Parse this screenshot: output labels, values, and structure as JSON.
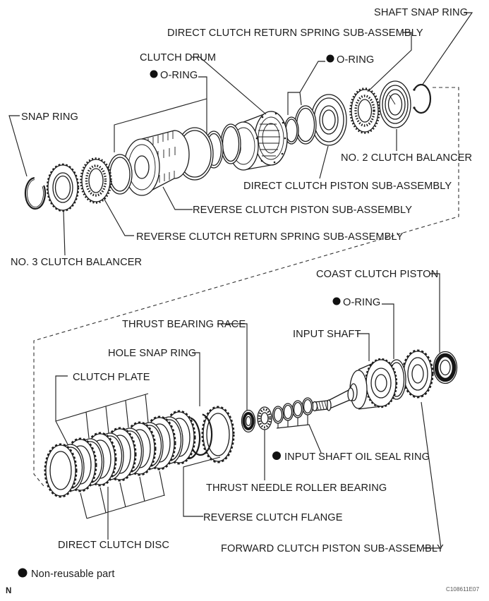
{
  "diagram": {
    "kind": "exploded-parts-diagram",
    "colors": {
      "line": "#1c1c1c",
      "background": "#ffffff"
    },
    "labels": {
      "shaft_snap_ring": "SHAFT SNAP RING",
      "direct_clutch_return_spring": "DIRECT CLUTCH RETURN SPRING SUB-ASSEMBLY",
      "clutch_drum": "CLUTCH DRUM",
      "o_ring_top_right": "O-RING",
      "o_ring_top_left": "O-RING",
      "snap_ring": "SNAP RING",
      "no2_clutch_balancer": "NO. 2 CLUTCH BALANCER",
      "direct_clutch_piston": "DIRECT CLUTCH PISTON SUB-ASSEMBLY",
      "reverse_clutch_piston": "REVERSE CLUTCH PISTON SUB-ASSEMBLY",
      "reverse_clutch_return_spring": "REVERSE CLUTCH RETURN SPRING SUB-ASSEMBLY",
      "no3_clutch_balancer": "NO. 3 CLUTCH BALANCER",
      "coast_clutch_piston": "COAST CLUTCH PISTON",
      "o_ring_bottom": "O-RING",
      "thrust_bearing_race": "THRUST BEARING RACE",
      "input_shaft": "INPUT SHAFT",
      "hole_snap_ring": "HOLE SNAP RING",
      "clutch_plate": "CLUTCH PLATE",
      "input_shaft_oil_seal_ring": "INPUT SHAFT OIL SEAL RING",
      "thrust_needle_roller_bearing": "THRUST NEEDLE ROLLER BEARING",
      "reverse_clutch_flange": "REVERSE CLUTCH FLANGE",
      "direct_clutch_disc": "DIRECT CLUTCH DISC",
      "forward_clutch_piston": "FORWARD CLUTCH PISTON SUB-ASSEMBLY"
    },
    "legend": {
      "non_reusable": "Non-reusable part"
    },
    "footer": {
      "page_marker": "N",
      "figure_code": "C108611E07"
    }
  }
}
